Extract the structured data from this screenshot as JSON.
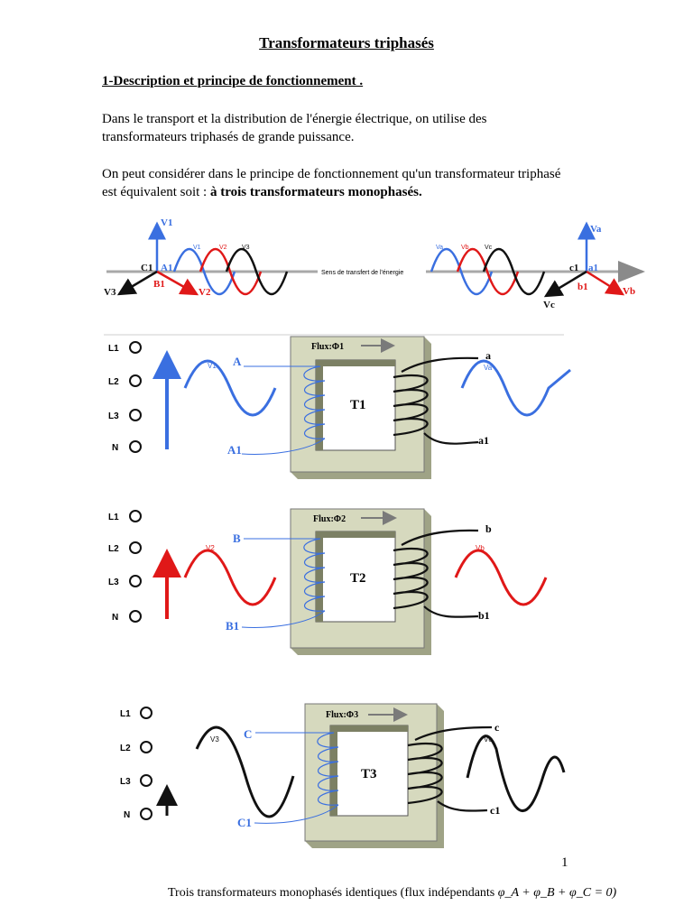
{
  "document": {
    "title": "Transformateurs triphasés",
    "section_heading": "1-Description et principe de fonctionnement .",
    "paragraph1_line1": "Dans le transport et la distribution de l'énergie électrique, on utilise des",
    "paragraph1_line2": "transformateurs triphasés de grande puissance.",
    "paragraph2_line1": "On peut considérer dans le principe de fonctionnement qu'un transformateur triphasé",
    "paragraph2_prefix": "est équivalent soit : ",
    "paragraph2_bold": "à trois transformateurs monophasés.",
    "page_number": "1",
    "caption_text": "Trois transformateurs monophasés identiques (flux indépendants ",
    "caption_formula": "φ_A + φ_B + φ_C = 0)"
  },
  "diagram": {
    "top": {
      "arrow_label": "Sens de transfert de l'énergie",
      "primary_labels": [
        "V1",
        "V2",
        "V3",
        "C1",
        "A1",
        "B1"
      ],
      "secondary_labels": [
        "Va",
        "Vb",
        "Vc",
        "c1",
        "a1",
        "b1"
      ]
    },
    "lines": [
      "L1",
      "L2",
      "L3",
      "N"
    ],
    "transformers": [
      {
        "name": "T1",
        "flux": "Flux:Φ1",
        "prim_in": "A",
        "prim_out": "A1",
        "sec_in": "a",
        "sec_out": "a1",
        "v_prim": "V1",
        "v_sec": "Va"
      },
      {
        "name": "T2",
        "flux": "Flux:Φ2",
        "prim_in": "B",
        "prim_out": "B1",
        "sec_in": "b",
        "sec_out": "b1",
        "v_prim": "V2",
        "v_sec": "Vb"
      },
      {
        "name": "T3",
        "flux": "Flux:Φ3",
        "prim_in": "C",
        "prim_out": "C1",
        "sec_in": "c",
        "sec_out": "c1",
        "v_prim": "V3",
        "v_sec": "Vc"
      }
    ],
    "colors": {
      "phase1": "#3a6fe0",
      "phase2": "#e01818",
      "phase3": "#111111",
      "core": "#d6d9be",
      "core_dark": "#9fa386"
    }
  }
}
